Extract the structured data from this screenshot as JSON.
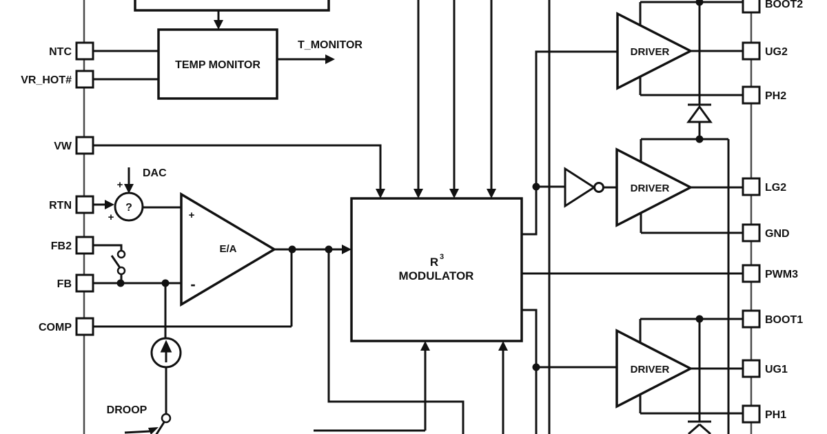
{
  "diagram": {
    "title_hint": "PWM controller block diagram",
    "pins": {
      "left": [
        "NTC",
        "VR_HOT#",
        "VW",
        "RTN",
        "FB2",
        "FB",
        "COMP"
      ],
      "right": [
        "BOOT2",
        "UG2",
        "PH2",
        "LG2",
        "GND",
        "PWM3",
        "BOOT1",
        "UG1",
        "PH1"
      ]
    },
    "blocks": {
      "temp_monitor": "TEMP MONITOR",
      "modulator_base": "R",
      "modulator_sup": "3",
      "modulator_line2": "MODULATOR",
      "driver": "DRIVER",
      "error_amp": "E/A"
    },
    "labels": {
      "t_monitor": "T_MONITOR",
      "dac": "DAC",
      "droop": "DROOP",
      "sum_symbol": "?",
      "plus": "+",
      "minus": "-"
    },
    "colors": {
      "line": "#111111",
      "boundary": "#4a4a4a",
      "background": "#ffffff"
    }
  }
}
